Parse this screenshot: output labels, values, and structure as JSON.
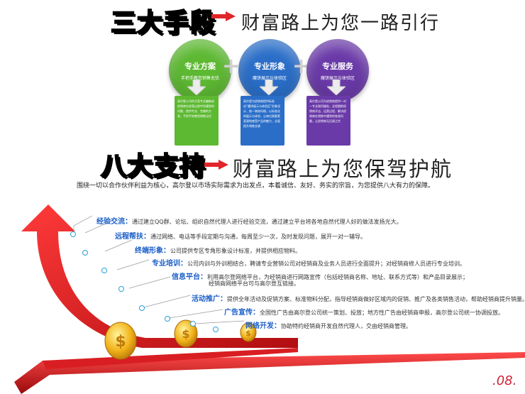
{
  "headline1": {
    "badge": "三大手段",
    "text": "财富路上为您一路引行"
  },
  "services": [
    {
      "title": "专业方案",
      "subtitle": "手把手教您销售无忧",
      "color": "#5db832",
      "card": "高尔登公司的方案专业编制成经销商在经营过程中所遇到的问题，提供专业、完善的方案，手把手地教您销售无忧"
    },
    {
      "title": "专业形象",
      "subtitle": "魔饼展示与体验区",
      "color": "#2a6ec8",
      "card": "高尔登为经销商提供标准化“魔饼展示与体验区”形象设计、统一装修风格，以标准化的展示与体验，让每位顾客更直观地感受产品的魅力，全面提升销售业绩"
    },
    {
      "title": "专业服务",
      "subtitle": "魔饼展示与体验区",
      "color": "#6a3aa8",
      "card": "高尔登公司为经销商提供一对一专业顾问服务，全程跟踪经销商开店、运营过程，解决经销商在销售中遇到的各类问题，让经销商无后顾之忧"
    }
  ],
  "headline2": {
    "badge": "八大支持",
    "text": "财富路上为您保驾护航"
  },
  "intro": "围绕一切以合作伙伴利益为核心，高尔登以市场实际需求为出发点，本着诚信、友好、务实的宗旨，为您提供八大有力的保障。",
  "supports": [
    {
      "label": "经验交流：",
      "text": "通过建立QQ群、论坛、组织自然代理人进行经验交流，通过建立平台将各地自然代理人好的做法发扬光大。"
    },
    {
      "label": "远程帮扶：",
      "text": "通过网络、电话等手段定期与沟通，每周至少一次，及时发现问题，展开一对一辅导。"
    },
    {
      "label": "终端形象：",
      "text": "公司提供专区专角形象设计标准，并提供相应物料。"
    },
    {
      "label": "专业培训：",
      "text": "公司内训与外训相结合，聘请专业营销公司对经销商及业务人员进行全面提升；对经销商修人员进行专业培训。"
    },
    {
      "label": "信息平台：",
      "text": "利用高尔登网络平台，为经销商进行网路宣传（包括经销商名称、地址、联系方式等）和产品目录展示；",
      "text2": "经销商网络平台可与高尔登互链接。"
    },
    {
      "label": "活动推广：",
      "text": "提供全年活动及促销方案、标准物料分配，指导经销商做好区域内的促销、推广及各类销售活动，帮助经销商提升销量。"
    },
    {
      "label": "广告宣传：",
      "text": "全国性广告由高尔登公司统一策划、投放；地方性广告由经销商申报，高尔登公司统一协调投放。"
    },
    {
      "label": "网络开发：",
      "text": "协助特约经销商开发自然代理人，交由经销商管理。"
    }
  ],
  "page_number": "08",
  "colors": {
    "accent": "#e0262a",
    "label_blue": "#1a5ec8",
    "badge_yellow": "#fff200"
  }
}
